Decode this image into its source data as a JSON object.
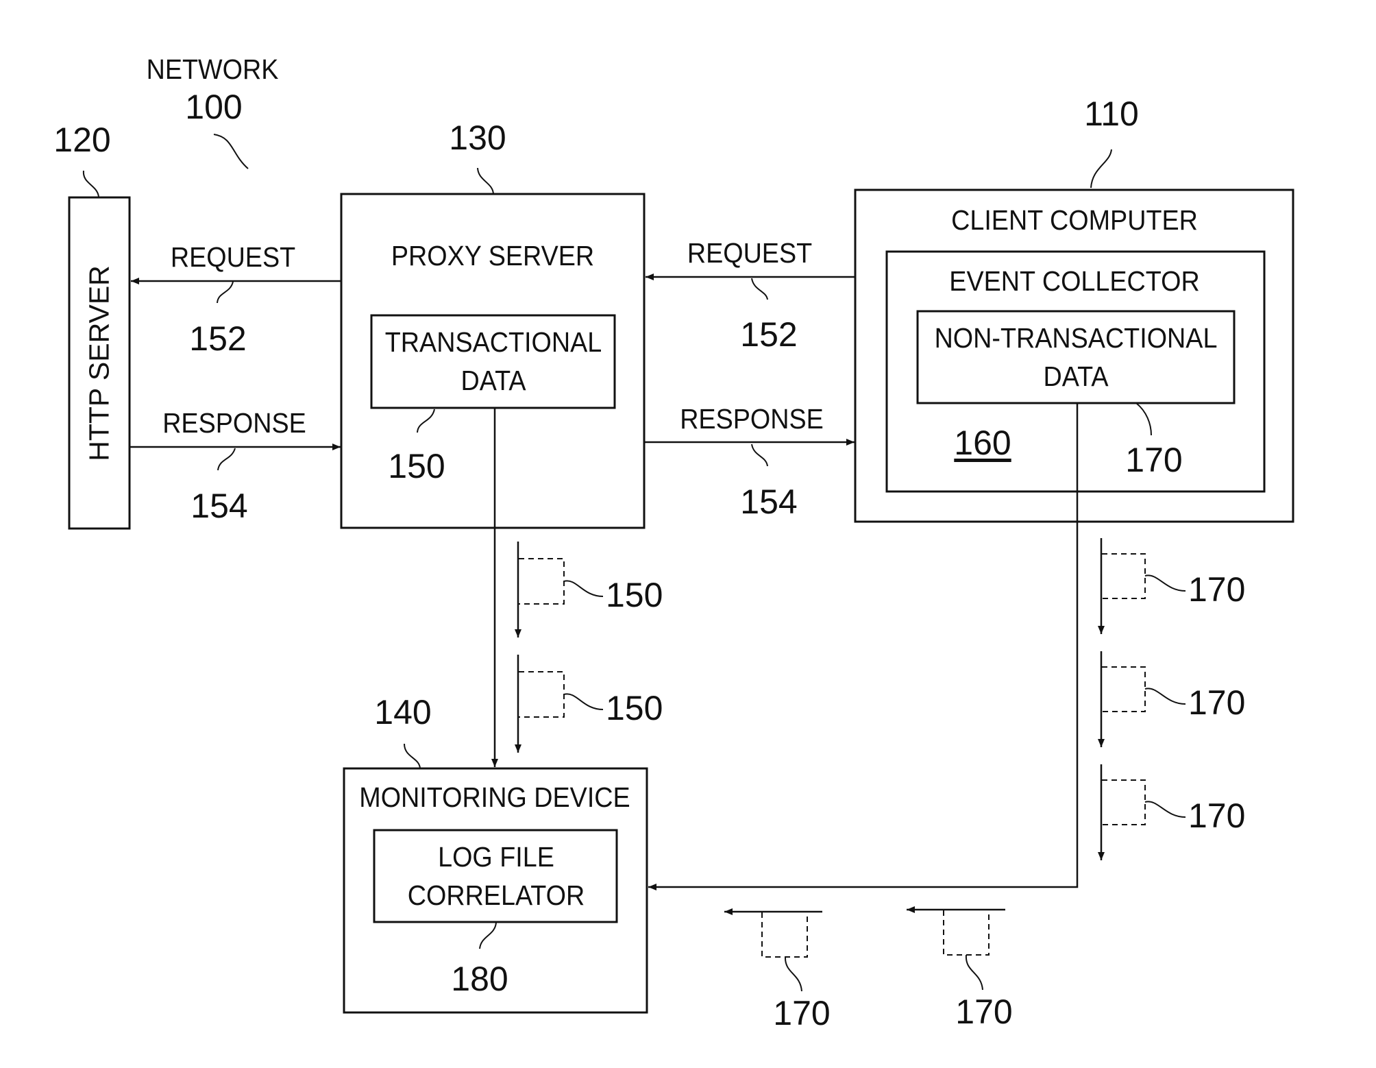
{
  "network": {
    "label": "NETWORK",
    "ref": "100"
  },
  "http_server": {
    "label": "HTTP SERVER",
    "ref": "120"
  },
  "proxy_server": {
    "label": "PROXY SERVER",
    "ref": "130",
    "transactional_data": {
      "line1": "TRANSACTIONAL",
      "line2": "DATA",
      "ref": "150"
    }
  },
  "client_computer": {
    "label": "CLIENT COMPUTER",
    "ref": "110",
    "event_collector": {
      "label": "EVENT COLLECTOR",
      "ref": "160",
      "non_transactional_data": {
        "line1": "NON-TRANSACTIONAL",
        "line2": "DATA",
        "ref": "170"
      }
    }
  },
  "monitoring_device": {
    "label": "MONITORING DEVICE",
    "ref": "140",
    "log_file_correlator": {
      "line1": "LOG FILE",
      "line2": "CORRELATOR",
      "ref": "180"
    }
  },
  "flows": {
    "request": {
      "label": "REQUEST",
      "ref": "152"
    },
    "response": {
      "label": "RESPONSE",
      "ref": "154"
    }
  },
  "packets": {
    "transactional_refs": [
      "150",
      "150"
    ],
    "non_transactional_refs": [
      "170",
      "170",
      "170",
      "170",
      "170"
    ]
  }
}
